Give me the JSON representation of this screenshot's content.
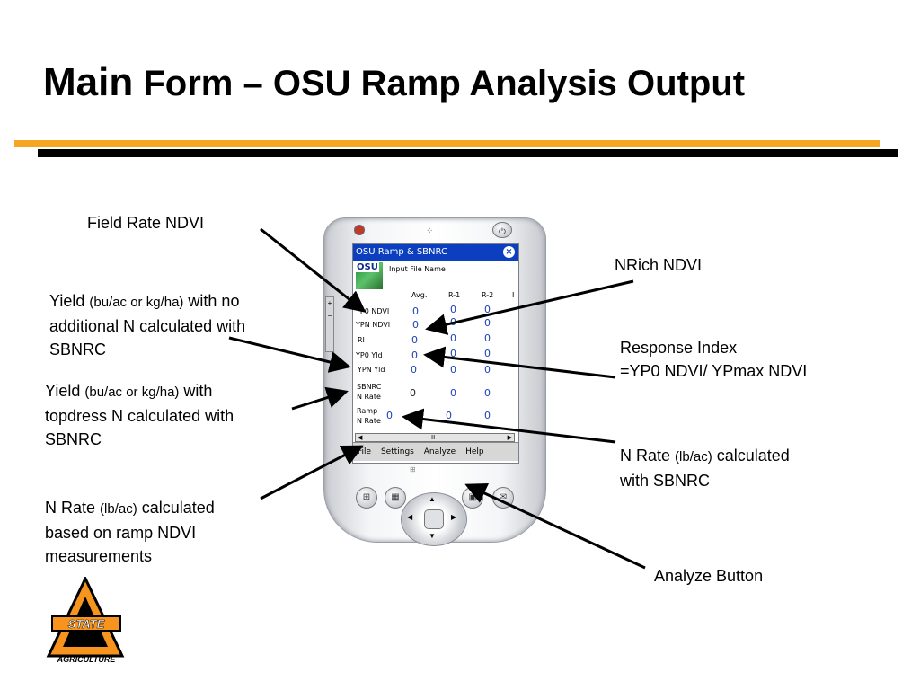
{
  "title": {
    "main": "Main",
    "rest": "Form – OSU Ramp Analysis Output"
  },
  "labels": {
    "field_rate": "Field Rate NDVI",
    "yield_no_n_a": "Yield ",
    "yield_no_n_unit": "(bu/ac or kg/ha)",
    "yield_no_n_b": " with no",
    "yield_no_n_c": "additional N calculated with",
    "yield_no_n_d": "SBNRC",
    "yield_top_a": "Yield ",
    "yield_top_unit": "(bu/ac or kg/ha)",
    "yield_top_b": " with",
    "yield_top_c": "topdress N calculated with",
    "yield_top_d": "SBNRC",
    "nrate_ramp_a": "N Rate ",
    "nrate_ramp_unit": "(lb/ac)",
    "nrate_ramp_b": " calculated",
    "nrate_ramp_c": "based on ramp NDVI",
    "nrate_ramp_d": "measurements",
    "nrich": "NRich NDVI",
    "ri_a": "Response Index",
    "ri_b": " =YP0 NDVI/ YPmax NDVI",
    "nrate_sbnrc_a": "N Rate ",
    "nrate_sbnrc_unit": "(lb/ac)",
    "nrate_sbnrc_b": " calculated",
    "nrate_sbnrc_c": "with SBNRC",
    "analyze": "Analyze Button"
  },
  "app": {
    "window_title": "OSU Ramp & SBNRC",
    "close_icon": "close-icon",
    "logo_text": "OSU",
    "input_file": "Input File Name",
    "columns": [
      "Avg.",
      "R-1",
      "R-2",
      "I"
    ],
    "rows": [
      {
        "label": "YP0 NDVI",
        "values": [
          "0",
          "0",
          "0"
        ]
      },
      {
        "label": "YPN NDVI",
        "values": [
          "0",
          "0",
          "0"
        ]
      },
      {
        "label": "RI",
        "values": [
          "0",
          "0",
          "0"
        ]
      },
      {
        "label": "YP0 Yld",
        "values": [
          "0",
          "0",
          "0"
        ]
      },
      {
        "label": "YPN Yld",
        "values": [
          "0",
          "0",
          "0"
        ]
      },
      {
        "label_a": "SBNRC",
        "label_b": "N Rate",
        "values": [
          "0",
          "0",
          "0"
        ]
      },
      {
        "label_a": "Ramp",
        "label_b": "N Rate",
        "values": [
          "0",
          "0",
          "0"
        ]
      }
    ],
    "scroll_mid": "II",
    "menu": [
      "File",
      "Settings",
      "Analyze",
      "Help"
    ]
  },
  "colors": {
    "accent_orange": "#f5a623",
    "titlebar_blue": "#0b3fbf"
  }
}
